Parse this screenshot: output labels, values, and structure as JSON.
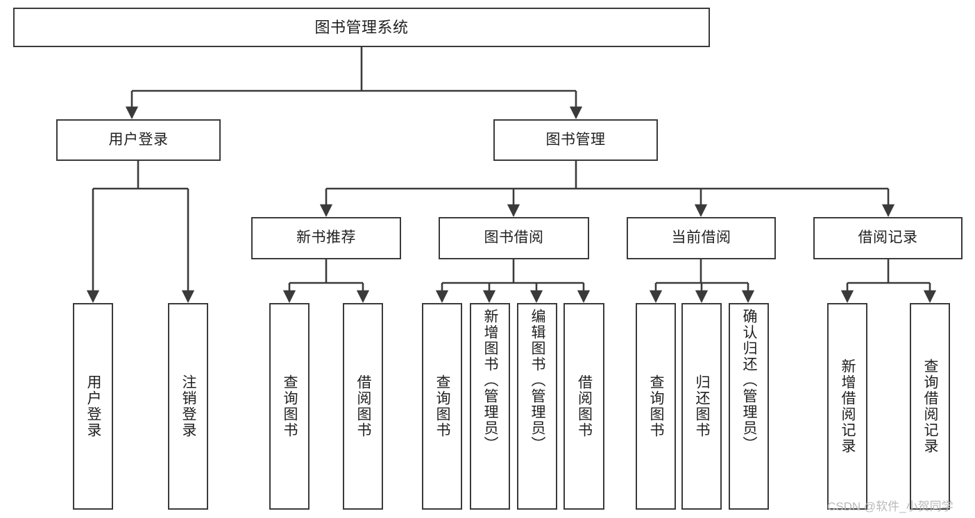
{
  "diagram": {
    "title": "图书管理系统",
    "type": "tree-hierarchy",
    "root": {
      "label": "图书管理系统"
    },
    "level2": [
      {
        "label": "用户登录"
      },
      {
        "label": "图书管理"
      }
    ],
    "level3": [
      {
        "label": "新书推荐"
      },
      {
        "label": "图书借阅"
      },
      {
        "label": "当前借阅"
      },
      {
        "label": "借阅记录"
      }
    ],
    "leaves": {
      "user_login": [
        {
          "label": "用户登录"
        },
        {
          "label": "注销登录"
        }
      ],
      "new_book_recommend": [
        {
          "label": "查询图书"
        },
        {
          "label": "借阅图书"
        }
      ],
      "book_borrow": [
        {
          "label": "查询图书"
        },
        {
          "label": "新增图书（管理员）"
        },
        {
          "label": "编辑图书（管理员）"
        },
        {
          "label": "借阅图书"
        }
      ],
      "current_borrow": [
        {
          "label": "查询图书"
        },
        {
          "label": "归还图书"
        },
        {
          "label": "确认归还（管理员）"
        }
      ],
      "borrow_record": [
        {
          "label": "新增借阅记录"
        },
        {
          "label": "查询借阅记录"
        }
      ]
    }
  },
  "watermark": {
    "text": "CSDN @软件_小贺同学"
  },
  "colors": {
    "border": "#3a3a3a",
    "background": "#ffffff",
    "text": "#1f1f1f",
    "watermark": "#b9b9b9"
  }
}
